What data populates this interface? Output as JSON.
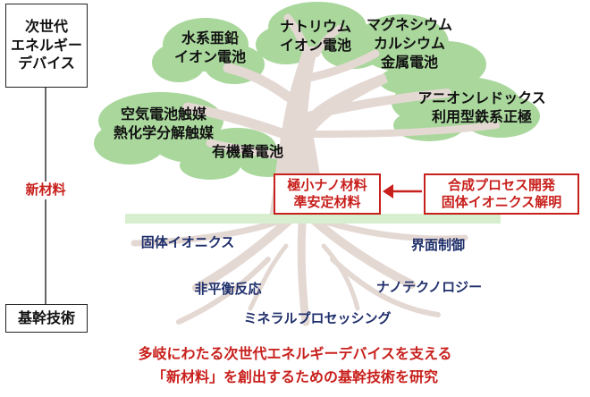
{
  "left_column": {
    "top_box": "次世代\nエネルギー\nデバイス",
    "middle_label": "新材料",
    "bottom_box": "基幹技術"
  },
  "tree": {
    "canopy_labels": [
      "水系亜鉛\nイオン電池",
      "ナトリウム\nイオン電池",
      "マグネシウム\nカルシウム\n金属電池",
      "アニオンレドックス\n利用型鉄系正極",
      "空気電池触媒\n熱化学分解触媒",
      "有機蓄電池"
    ],
    "trunk_box": "極小ナノ材料\n準安定材料",
    "process_box": "合成プロセス開発\n固体イオニクス解明",
    "root_labels": [
      "固体イオニクス",
      "界面制御",
      "非平衡反応",
      "ナノテクノロジー",
      "ミネラルプロセッシング"
    ]
  },
  "caption": {
    "line1": "多岐にわたる次世代エネルギーデバイスを支える",
    "line2": "「新材料」を創出するための基幹技術を研究"
  },
  "colors": {
    "leaf": "#a9d79c",
    "trunk": "#e4d8d3",
    "accent_red": "#c8201c",
    "navy_text": "#1f2f6b",
    "grass": "#d8efcf"
  }
}
